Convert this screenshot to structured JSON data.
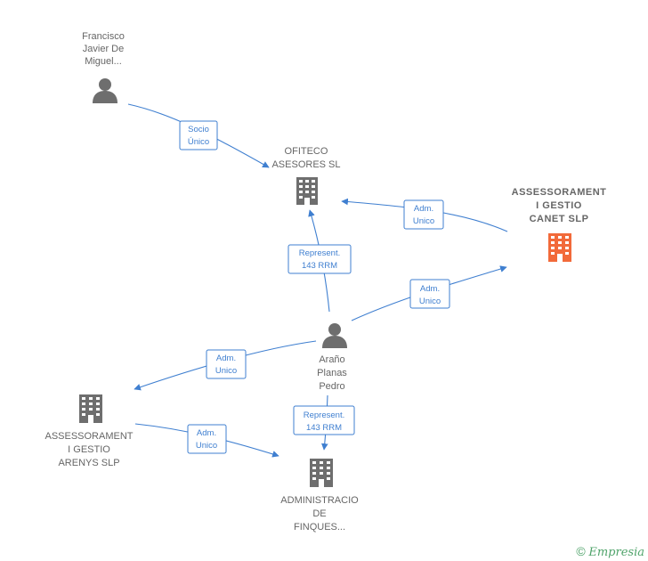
{
  "nodes": {
    "francisco": {
      "lines": [
        "Francisco",
        "Javier De",
        "Miguel..."
      ]
    },
    "ofiteco": {
      "lines": [
        "OFITECO",
        "ASESORES SL"
      ]
    },
    "canet": {
      "lines": [
        "ASSESSORAMENT",
        "I GESTIO",
        "CANET  SLP"
      ]
    },
    "arano": {
      "lines": [
        "Araño",
        "Planas",
        "Pedro"
      ]
    },
    "arenys": {
      "lines": [
        "ASSESSORAMENT",
        "I GESTIO",
        "ARENYS  SLP"
      ]
    },
    "finques": {
      "lines": [
        "ADMINISTRACIO",
        "DE",
        "FINQUES..."
      ]
    }
  },
  "edges": {
    "francisco_ofiteco": [
      "Socio",
      "Único"
    ],
    "canet_ofiteco": [
      "Adm.",
      "Unico"
    ],
    "arano_ofiteco": [
      "Represent.",
      "143 RRM"
    ],
    "arano_canet": [
      "Adm.",
      "Unico"
    ],
    "arano_arenys": [
      "Adm.",
      "Unico"
    ],
    "arano_finques": [
      "Represent.",
      "143 RRM"
    ],
    "arenys_finques": [
      "Adm.",
      "Unico"
    ]
  },
  "footer": {
    "copyright": "©",
    "brand": "Empresia"
  },
  "colors": {
    "edge": "#3f7fd0",
    "icon": "#6e6e6e",
    "focus": "#f26a3a"
  }
}
